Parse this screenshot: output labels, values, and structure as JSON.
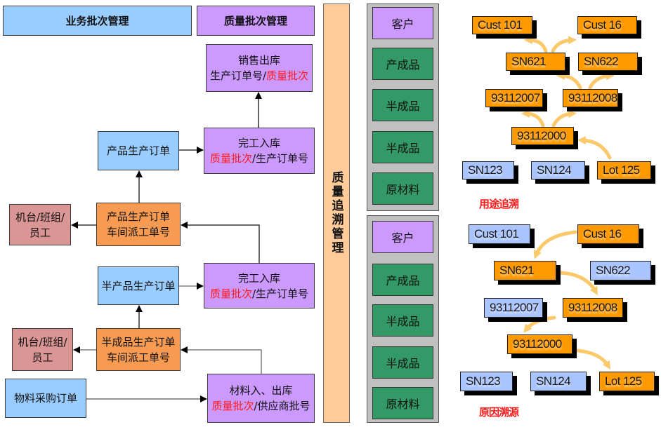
{
  "headers": {
    "business_batch": "业务批次管理",
    "quality_batch": "质量批次管理"
  },
  "business_flow": {
    "product_order": "产品生产订单",
    "product_dispatch": {
      "line1": "产品生产订单",
      "line2": "车间派工单号"
    },
    "machine_team_1": {
      "line1": "机台/班组/",
      "line2": "员工"
    },
    "semi_product_order": "半产品生产订单",
    "semi_dispatch": {
      "line1": "半成品生产订单",
      "line2": "车间派工单号"
    },
    "machine_team_2": {
      "line1": "机台/班组/",
      "line2": "员工"
    },
    "purchase_order": "物料采购订单"
  },
  "quality_flow": {
    "sales_out": {
      "line1": "销售出库",
      "line2_prefix": "生产订单号/",
      "line2_highlight": "质量批次"
    },
    "finished_in": {
      "line1": "完工入库",
      "line2_highlight": "质量批次",
      "line2_suffix": "/生产订单号"
    },
    "semi_finished_in": {
      "line1": "完工入库",
      "line2_highlight": "质量批次",
      "line2_suffix": "/生产订单号"
    },
    "material_in_out": {
      "line1": "材料入、出库",
      "line2_highlight": "质量批次",
      "line2_suffix": "/供应商批号"
    }
  },
  "traceability_bar": {
    "label": "质量追溯管理"
  },
  "level_stacks": [
    {
      "items": [
        {
          "label": "客户",
          "kind": "customer"
        },
        {
          "label": "产成品",
          "kind": "product"
        },
        {
          "label": "半成品",
          "kind": "product"
        },
        {
          "label": "半成品",
          "kind": "product"
        },
        {
          "label": "原材料",
          "kind": "product"
        }
      ]
    },
    {
      "items": [
        {
          "label": "客户",
          "kind": "customer"
        },
        {
          "label": "产成品",
          "kind": "product"
        },
        {
          "label": "半成品",
          "kind": "product"
        },
        {
          "label": "半成品",
          "kind": "product"
        },
        {
          "label": "原材料",
          "kind": "product"
        }
      ]
    }
  ],
  "trace_diagrams": [
    {
      "title": "用途追溯",
      "nodes": [
        {
          "label": "Cust 101",
          "state": "highlighted"
        },
        {
          "label": "Cust 16",
          "state": "highlighted"
        },
        {
          "label": "SN621",
          "state": "highlighted"
        },
        {
          "label": "SN622",
          "state": "highlighted"
        },
        {
          "label": "93112007",
          "state": "highlighted"
        },
        {
          "label": "93112008",
          "state": "highlighted"
        },
        {
          "label": "93112000",
          "state": "highlighted"
        },
        {
          "label": "SN123",
          "state": "normal"
        },
        {
          "label": "SN124",
          "state": "normal"
        },
        {
          "label": "Lot 125",
          "state": "highlighted"
        }
      ]
    },
    {
      "title": "原因溯源",
      "nodes": [
        {
          "label": "Cust 101",
          "state": "normal"
        },
        {
          "label": "Cust 16",
          "state": "highlighted"
        },
        {
          "label": "SN621",
          "state": "highlighted"
        },
        {
          "label": "SN622",
          "state": "normal"
        },
        {
          "label": "93112007",
          "state": "normal"
        },
        {
          "label": "93112008",
          "state": "highlighted"
        },
        {
          "label": "93112000",
          "state": "highlighted"
        },
        {
          "label": "SN123",
          "state": "normal"
        },
        {
          "label": "SN124",
          "state": "normal"
        },
        {
          "label": "Lot 125",
          "state": "highlighted"
        }
      ]
    }
  ],
  "colors": {
    "highlight_text": "#ff1a1a",
    "node_highlighted": "#ff9900",
    "node_normal": "#a9c4ff",
    "trace_arrow": "#fbc45a"
  }
}
